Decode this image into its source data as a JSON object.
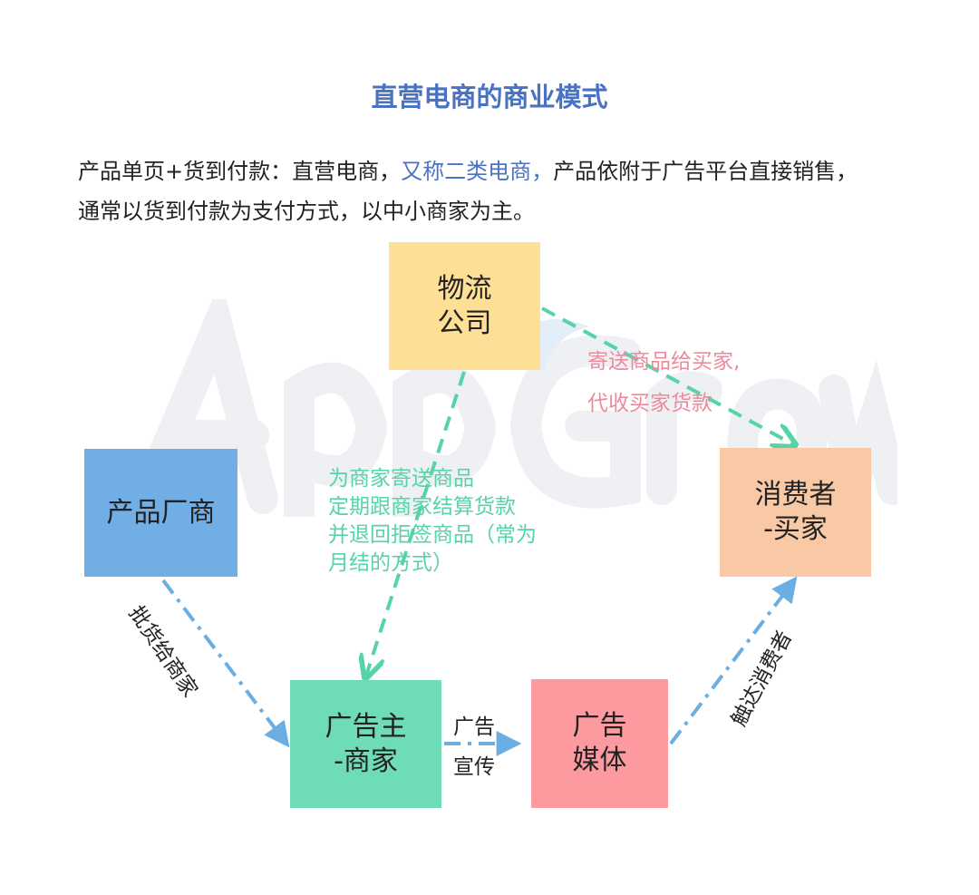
{
  "title": "直营电商的商业模式",
  "intro": {
    "part1": "产品单页+货到付款：直营电商，",
    "highlight": "又称二类电商，",
    "part2": "产品依附于广告平台直接销售，",
    "line2": "通常以货到付款为支付方式，以中小商家为主。"
  },
  "nodes": {
    "logistics": {
      "line1": "物流",
      "line2": "公司"
    },
    "manufacturer": {
      "line1": "产品厂商"
    },
    "consumer": {
      "line1": "消费者",
      "line2": "-买家"
    },
    "advertiser": {
      "line1": "广告主",
      "line2": "-商家"
    },
    "media": {
      "line1": "广告",
      "line2": "媒体"
    }
  },
  "edges": {
    "logistics_to_consumer": {
      "line1": "寄送商品给买家,",
      "line2": "代收买家货款"
    },
    "logistics_to_advertiser": {
      "line1": "为商家寄送商品",
      "line2": "定期跟商家结算货款",
      "line3": "并退回拒签商品（常为",
      "line4": "月结的方式）"
    },
    "manufacturer_to_advertiser": "批货给商家",
    "advertiser_to_media": {
      "line1": "广告",
      "line2": "宣传"
    },
    "media_to_consumer": "触达消费者"
  },
  "colors": {
    "title": "#4a72c4",
    "logistics": "#fddf96",
    "manufacturer": "#70aee5",
    "consumer": "#f9c8a4",
    "advertiser": "#6ddcb7",
    "media": "#fc9aa0",
    "green_arrow": "#56d4a8",
    "blue_arrow": "#6aaee2"
  }
}
